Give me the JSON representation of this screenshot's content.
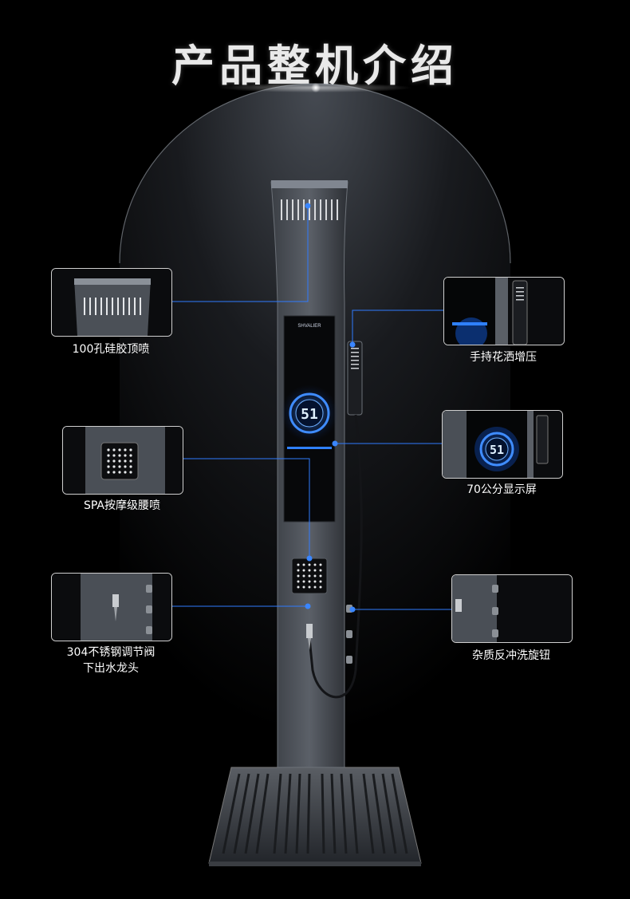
{
  "title": "产品整机介绍",
  "panel": {
    "brand": "SHVALIER",
    "display_number": "51"
  },
  "features": [
    {
      "label": "100孔硅胶顶喷"
    },
    {
      "label": "手持花洒增压"
    },
    {
      "label": "SPA按摩级腰喷"
    },
    {
      "label": "70公分显示屏"
    },
    {
      "label": "304不锈钢调节阀\n下出水龙头"
    },
    {
      "label": "杂质反冲洗旋钮"
    }
  ]
}
